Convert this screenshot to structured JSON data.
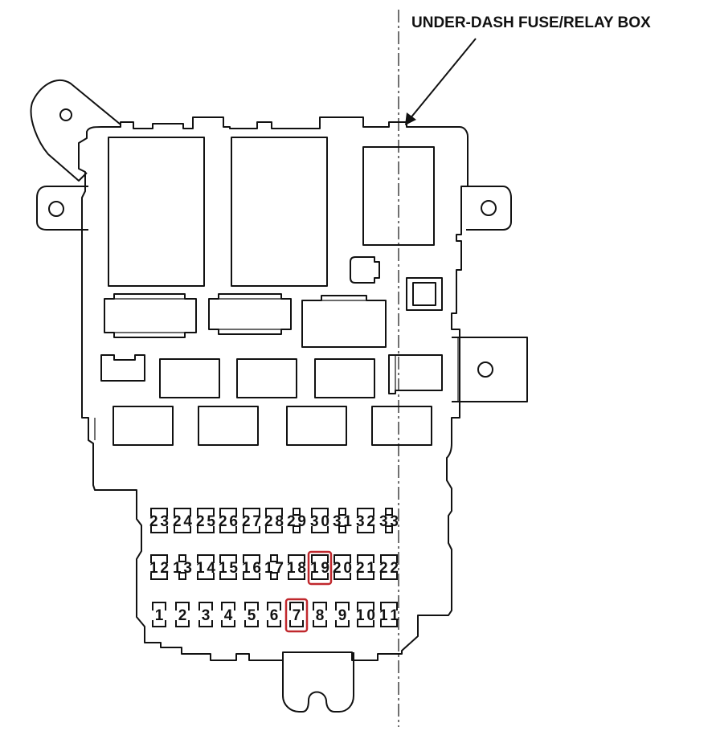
{
  "title": "UNDER-DASH FUSE/RELAY BOX",
  "fuse_rows": [
    [
      "23",
      "24",
      "25",
      "26",
      "27",
      "28",
      "29",
      "30",
      "31",
      "32",
      "33"
    ],
    [
      "12",
      "13",
      "14",
      "15",
      "16",
      "17",
      "18",
      "19",
      "20",
      "21",
      "22"
    ],
    [
      "1",
      "2",
      "3",
      "4",
      "5",
      "6",
      "7",
      "8",
      "9",
      "10",
      "11"
    ]
  ],
  "empty_slots": [
    "29",
    "31",
    "33",
    "13",
    "17"
  ],
  "highlighted_fuses": [
    "19",
    "7"
  ],
  "colors": {
    "line": "#111111",
    "highlight": "#c0282d",
    "background": "#ffffff"
  }
}
